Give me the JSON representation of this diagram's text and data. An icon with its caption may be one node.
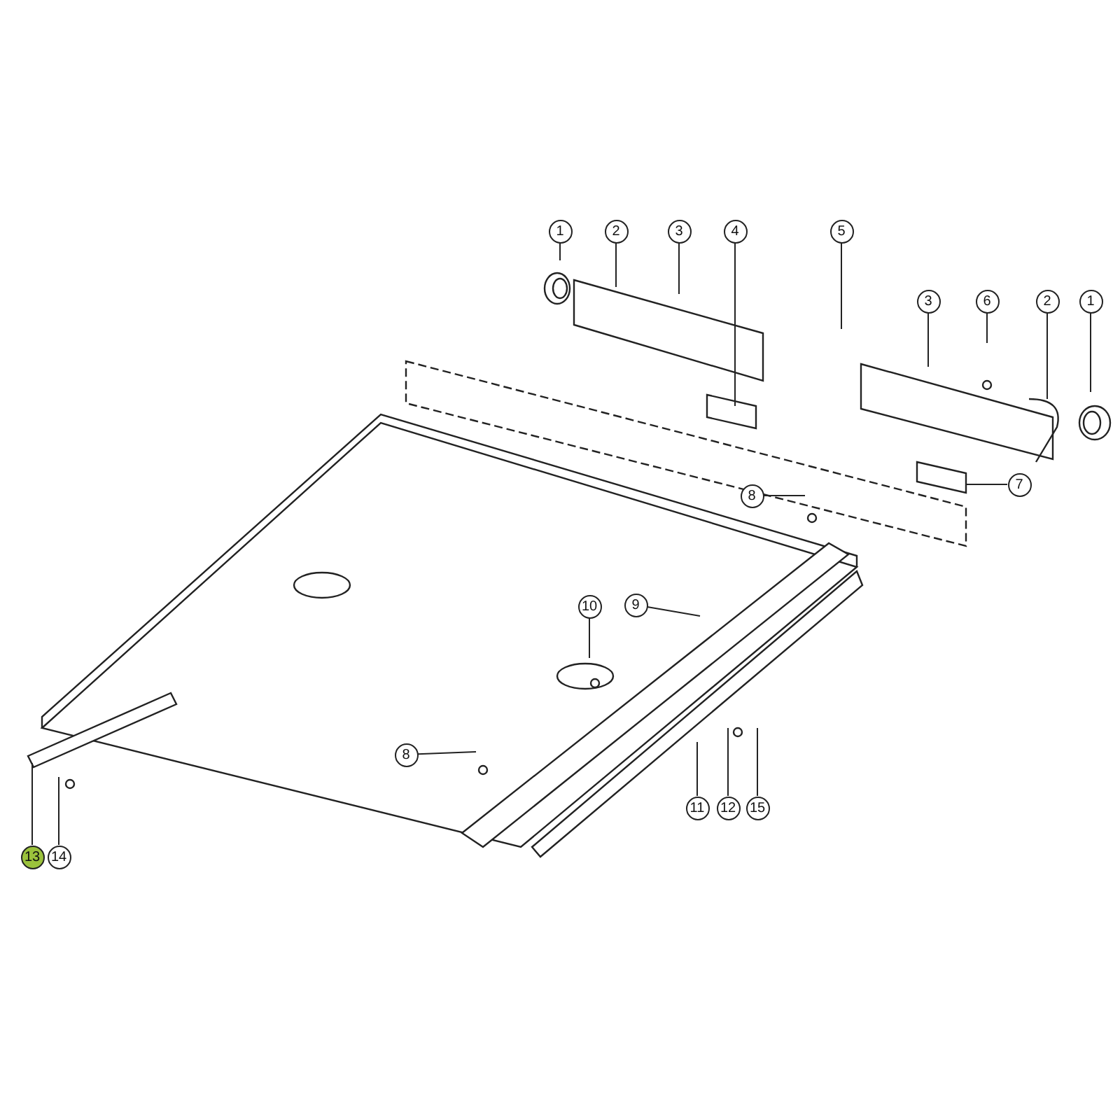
{
  "diagram": {
    "nodes": [
      {
        "text": [
          "1"
        ]
      },
      {
        "text": [
          "2"
        ]
      },
      {
        "text": [
          "3"
        ]
      },
      {
        "text": [
          "4"
        ]
      },
      {
        "text": [
          "5"
        ]
      },
      {
        "text": [
          "3"
        ]
      },
      {
        "text": [
          "6"
        ]
      },
      {
        "text": [
          "2"
        ]
      },
      {
        "text": [
          "1"
        ]
      },
      {
        "text": [
          "7"
        ]
      },
      {
        "text": [
          "8"
        ]
      },
      {
        "text": [
          "9"
        ]
      },
      {
        "text": [
          "10"
        ]
      },
      {
        "text": [
          "8"
        ]
      },
      {
        "text": [
          "11"
        ]
      },
      {
        "text": [
          "12"
        ]
      },
      {
        "text": [
          "15"
        ]
      },
      {
        "text": [
          "13"
        ]
      },
      {
        "text": [
          "14"
        ]
      }
    ],
    "edges": [
      {
        "from": 0,
        "to": null,
        "arrow": "none"
      },
      {
        "from": 1,
        "to": null,
        "arrow": "none"
      },
      {
        "from": 2,
        "to": null,
        "arrow": "none"
      },
      {
        "from": 3,
        "to": null,
        "arrow": "none"
      },
      {
        "from": 4,
        "to": null,
        "arrow": "none"
      },
      {
        "from": 5,
        "to": null,
        "arrow": "none"
      },
      {
        "from": 6,
        "to": null,
        "arrow": "none"
      },
      {
        "from": 7,
        "to": null,
        "arrow": "none"
      },
      {
        "from": 8,
        "to": null,
        "arrow": "none"
      },
      {
        "from": 9,
        "to": null,
        "arrow": "none"
      },
      {
        "from": 10,
        "to": null,
        "arrow": "none"
      },
      {
        "from": 11,
        "to": null,
        "arrow": "none"
      },
      {
        "from": 12,
        "to": null,
        "arrow": "none"
      },
      {
        "from": 13,
        "to": null,
        "arrow": "none"
      },
      {
        "from": 14,
        "to": null,
        "arrow": "none"
      },
      {
        "from": 15,
        "to": null,
        "arrow": "none"
      },
      {
        "from": 16,
        "to": null,
        "arrow": "none"
      },
      {
        "from": 17,
        "to": null,
        "arrow": "none"
      },
      {
        "from": 18,
        "to": null,
        "arrow": "none"
      }
    ]
  }
}
